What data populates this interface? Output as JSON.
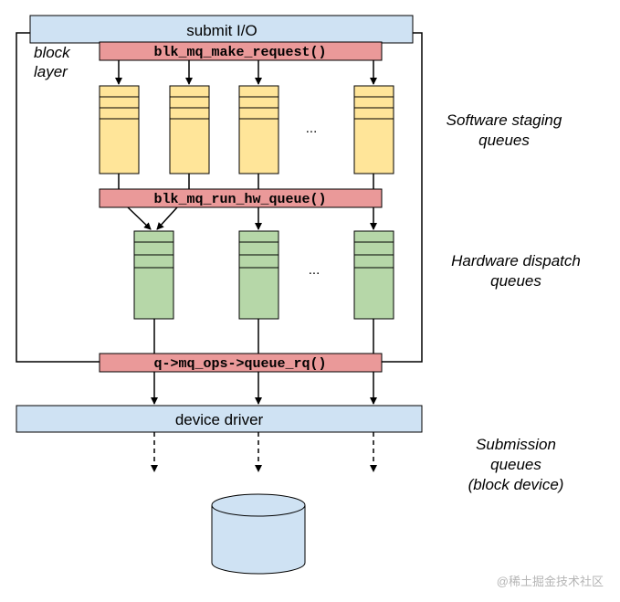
{
  "submit_label": "submit I/O",
  "block_layer_label": [
    "block",
    "layer"
  ],
  "make_request_label": "blk_mq_make_request()",
  "run_hw_queue_label": "blk_mq_run_hw_queue()",
  "queue_rq_label": "q->mq_ops->queue_rq()",
  "device_driver_label": "device driver",
  "software_queues_label": [
    "Software staging",
    "queues"
  ],
  "hardware_queues_label": [
    "Hardware dispatch",
    "queues"
  ],
  "submission_queues_label": [
    "Submission",
    "queues",
    "(block device)"
  ],
  "ellipsis": "...",
  "watermark": "@稀土掘金技术社区",
  "colors": {
    "blue_box": "#cfe2f3",
    "red_box": "#ea9999",
    "yellow_queue": "#ffe599",
    "green_queue": "#b6d7a8",
    "stroke": "#000000"
  }
}
